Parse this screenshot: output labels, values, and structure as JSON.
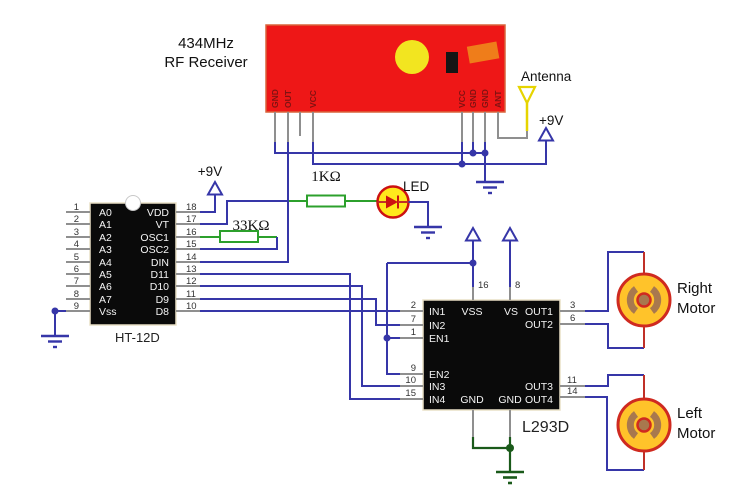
{
  "title": {
    "line1": "434MHz",
    "line2": "RF Receiver"
  },
  "antenna_label": "Antenna",
  "power_label": "+9V",
  "rf_module": {
    "pins_left": [
      "GND",
      "OUT",
      "VCC"
    ],
    "pins_right": [
      "VCC",
      "GND",
      "GND",
      "ANT"
    ]
  },
  "ht12d": {
    "label": "HT-12D",
    "left_pins": [
      {
        "num": "1",
        "name": "A0"
      },
      {
        "num": "2",
        "name": "A1"
      },
      {
        "num": "3",
        "name": "A2"
      },
      {
        "num": "4",
        "name": "A3"
      },
      {
        "num": "5",
        "name": "A4"
      },
      {
        "num": "6",
        "name": "A5"
      },
      {
        "num": "7",
        "name": "A6"
      },
      {
        "num": "8",
        "name": "A7"
      },
      {
        "num": "9",
        "name": "Vss"
      }
    ],
    "right_pins": [
      {
        "num": "18",
        "name": "VDD"
      },
      {
        "num": "17",
        "name": "VT"
      },
      {
        "num": "16",
        "name": "OSC1"
      },
      {
        "num": "15",
        "name": "OSC2"
      },
      {
        "num": "14",
        "name": "DIN"
      },
      {
        "num": "13",
        "name": "D11"
      },
      {
        "num": "12",
        "name": "D10"
      },
      {
        "num": "11",
        "name": "D9"
      },
      {
        "num": "10",
        "name": "D8"
      }
    ]
  },
  "l293d": {
    "label": "L293D",
    "left_pins": [
      {
        "num": "2",
        "name": "IN1"
      },
      {
        "num": "7",
        "name": "IN2"
      },
      {
        "num": "1",
        "name": "EN1"
      },
      {
        "num": "9",
        "name": "EN2"
      },
      {
        "num": "10",
        "name": "IN3"
      },
      {
        "num": "15",
        "name": "IN4"
      }
    ],
    "right_pins": [
      {
        "num": "3",
        "name": "OUT1"
      },
      {
        "num": "6",
        "name": "OUT2"
      },
      {
        "num": "11",
        "name": "OUT3"
      },
      {
        "num": "14",
        "name": "OUT4"
      }
    ],
    "top_pins": [
      {
        "num": "16",
        "name": "VSS"
      },
      {
        "num": "8",
        "name": "VS"
      }
    ],
    "bottom_pins": [
      {
        "name": "GND"
      },
      {
        "name": "GND"
      }
    ]
  },
  "resistors": {
    "r1_label": "1KΩ",
    "r2_label": "33KΩ"
  },
  "led_label": "LED",
  "motors": {
    "right_line1": "Right",
    "right_line2": "Motor",
    "left_line1": "Left",
    "left_line2": "Motor"
  },
  "colors": {
    "wire_blue": "#3636a8",
    "wire_green": "#2ca02c",
    "wire_dark_green": "#1a5a1a",
    "module_red": "#ee1717",
    "motor_fill": "#ffc32a",
    "led_fill": "#ffe81c",
    "antenna_yellow": "#e6d400"
  }
}
